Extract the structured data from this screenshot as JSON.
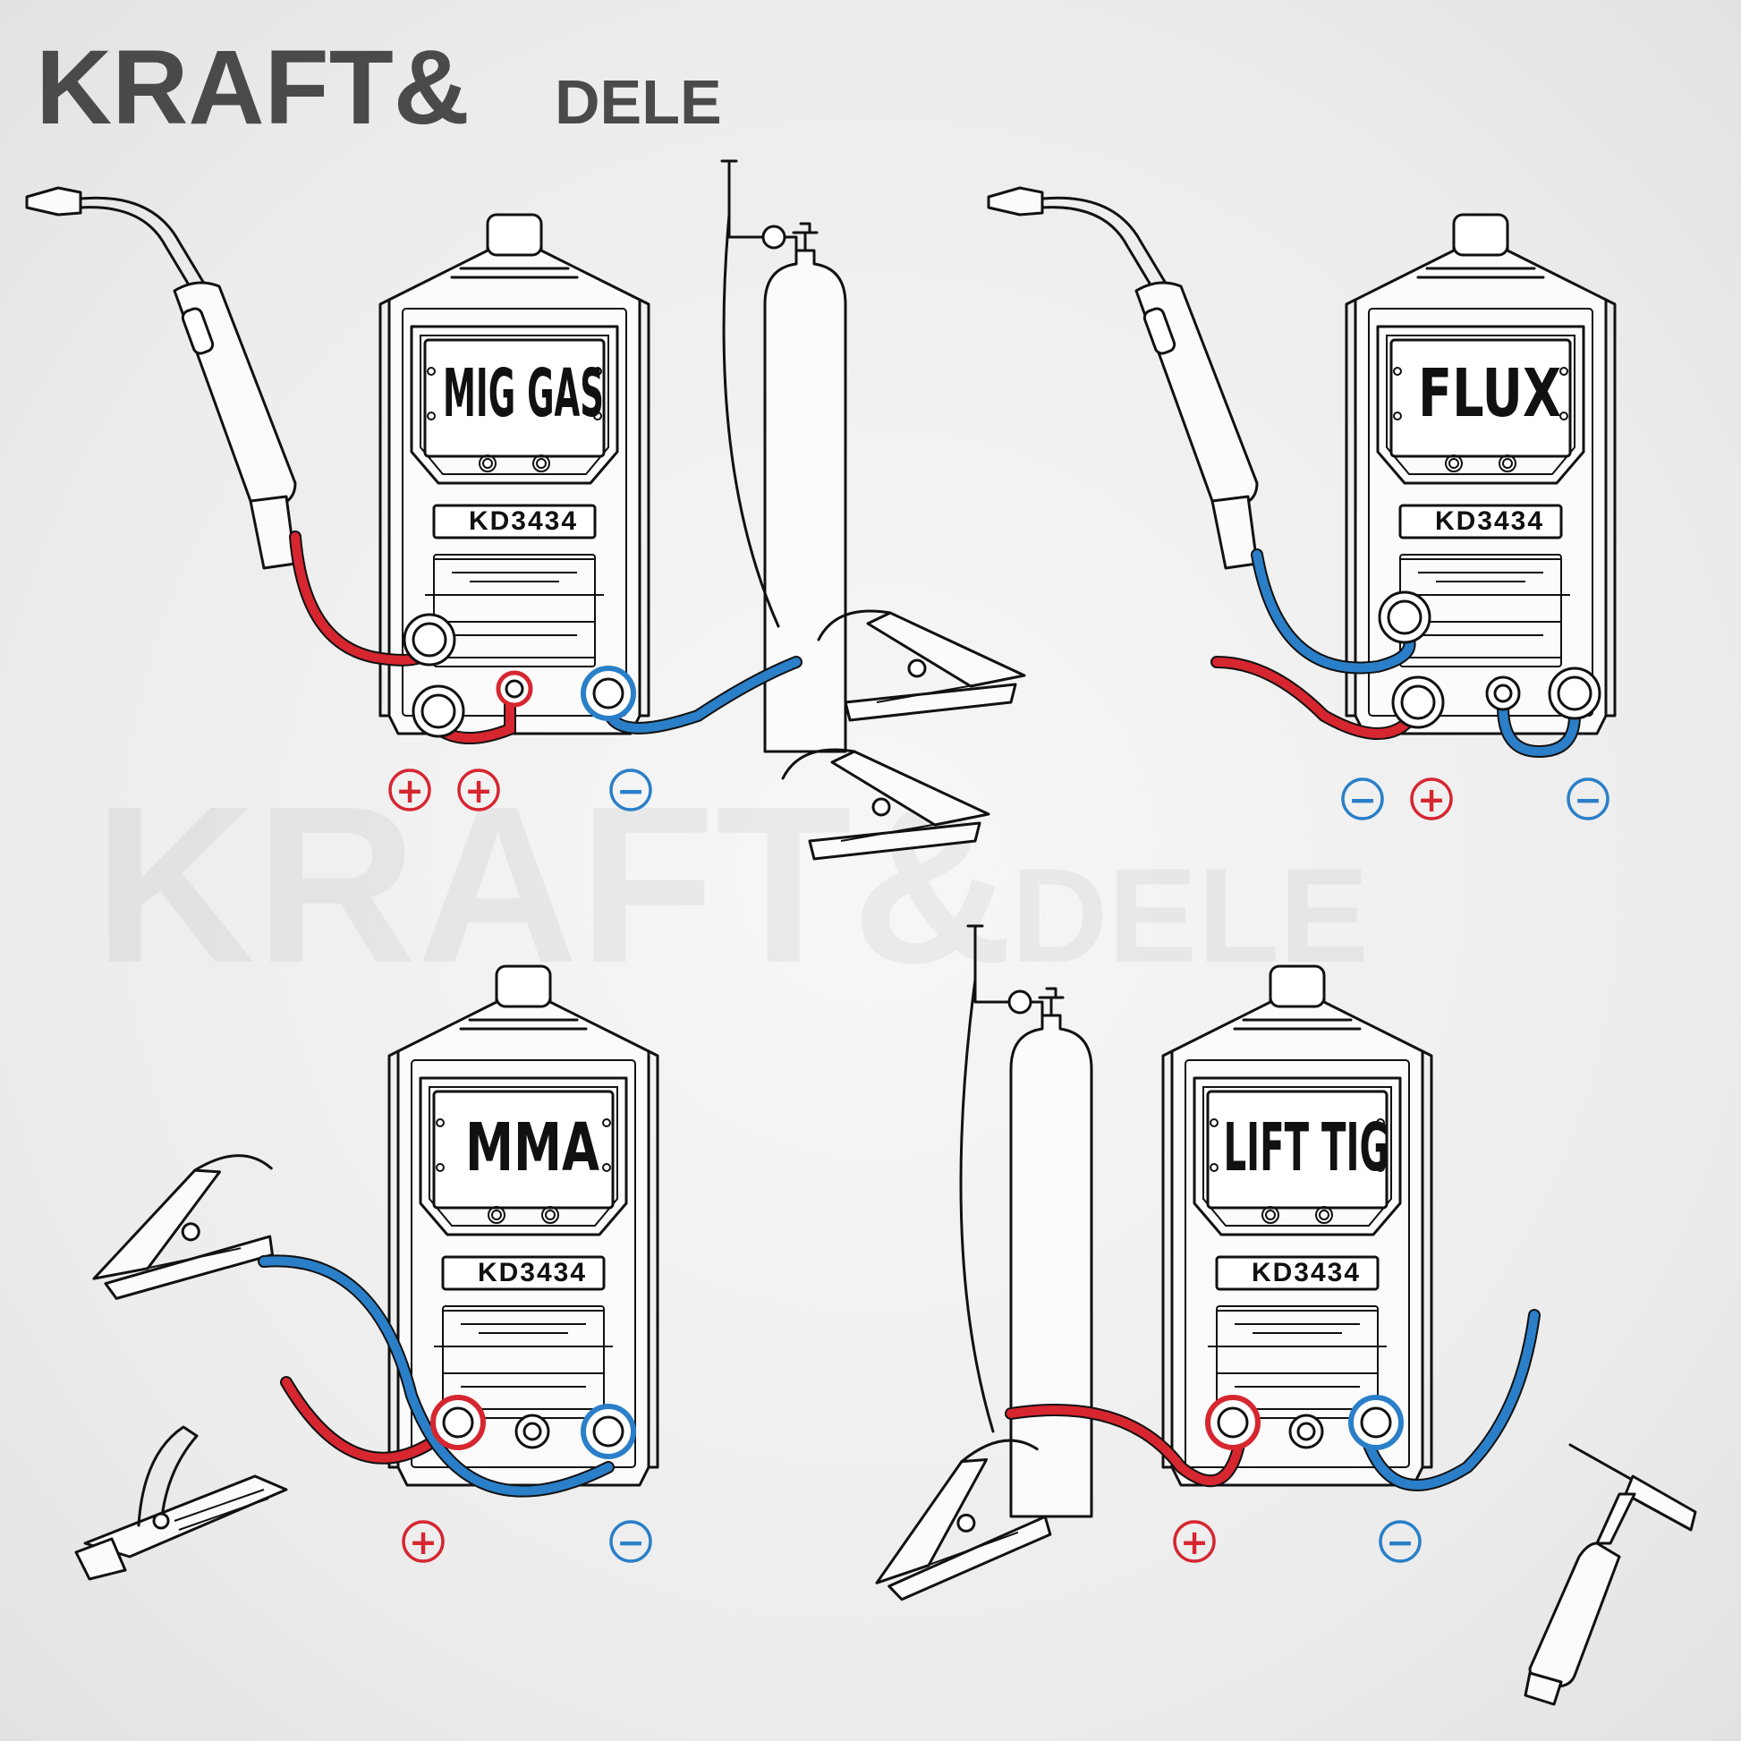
{
  "brand": {
    "name_main": "KRAFT&",
    "name_suffix": "DELE"
  },
  "watermark": {
    "name_main": "KRAFT&",
    "name_suffix": "DELE"
  },
  "colors": {
    "positive": "#d62630",
    "negative": "#2a7fc8",
    "line": "#111111",
    "logo": "#4a4a4a"
  },
  "panels": [
    {
      "mode": "MIG GAS",
      "model": "KD3434",
      "polarity": [
        "+",
        "+",
        "−"
      ]
    },
    {
      "mode": "FLUX",
      "model": "KD3434",
      "polarity": [
        "−",
        "+",
        "−"
      ]
    },
    {
      "mode": "MMA",
      "model": "KD3434",
      "polarity": [
        "+",
        "−"
      ]
    },
    {
      "mode": "LIFT TIG",
      "model": "KD3434",
      "polarity": [
        "+",
        "−"
      ]
    }
  ]
}
